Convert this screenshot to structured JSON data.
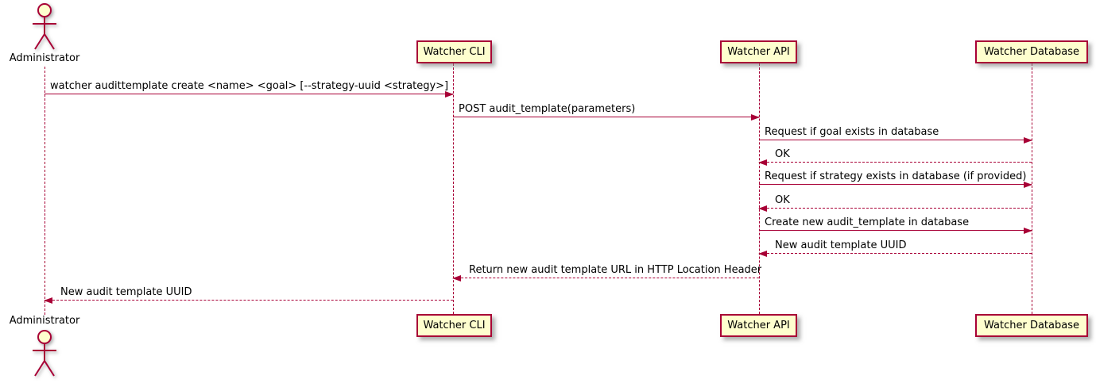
{
  "actor": {
    "label": "Administrator"
  },
  "participants": [
    {
      "label": "Watcher CLI"
    },
    {
      "label": "Watcher API"
    },
    {
      "label": "Watcher Database"
    }
  ],
  "messages": [
    {
      "from": "Administrator",
      "to": "Watcher CLI",
      "line": "solid",
      "direction": "right",
      "label": "watcher audittemplate create <name> <goal> [--strategy-uuid <strategy>]"
    },
    {
      "from": "Watcher CLI",
      "to": "Watcher API",
      "line": "solid",
      "direction": "right",
      "label": "POST audit_template(parameters)"
    },
    {
      "from": "Watcher API",
      "to": "Watcher Database",
      "line": "solid",
      "direction": "right",
      "label": "Request if goal exists in database"
    },
    {
      "from": "Watcher Database",
      "to": "Watcher API",
      "line": "dashed",
      "direction": "left",
      "label": "OK"
    },
    {
      "from": "Watcher API",
      "to": "Watcher Database",
      "line": "solid",
      "direction": "right",
      "label": "Request if strategy exists in database (if provided)"
    },
    {
      "from": "Watcher Database",
      "to": "Watcher API",
      "line": "dashed",
      "direction": "left",
      "label": "OK"
    },
    {
      "from": "Watcher API",
      "to": "Watcher Database",
      "line": "solid",
      "direction": "right",
      "label": "Create new audit_template in database"
    },
    {
      "from": "Watcher Database",
      "to": "Watcher API",
      "line": "dashed",
      "direction": "left",
      "label": "New audit template UUID"
    },
    {
      "from": "Watcher API",
      "to": "Watcher CLI",
      "line": "dashed",
      "direction": "left",
      "label": "Return new audit template URL in HTTP Location Header"
    },
    {
      "from": "Watcher CLI",
      "to": "Administrator",
      "line": "dashed",
      "direction": "left",
      "label": "New audit template UUID"
    }
  ],
  "colors": {
    "line": "#A80036",
    "participant_fill": "#FEFECE",
    "text": "#000000",
    "background": "#FFFFFF"
  }
}
